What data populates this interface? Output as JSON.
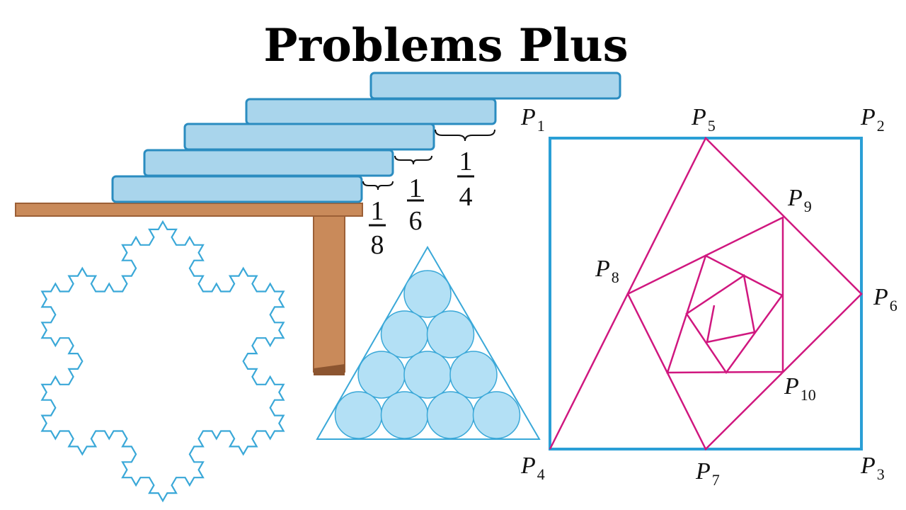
{
  "title": "Problems Plus",
  "colors": {
    "block_fill": "#a9d5ec",
    "block_stroke": "#2a8cc0",
    "wood": "#c98a5a",
    "spiral": "#d0177f",
    "square": "#2a9fd6",
    "snowflake": "#3aa8d8",
    "ball_fill": "#b3e0f5"
  },
  "stacking": {
    "fractions": [
      {
        "num": "1",
        "den": "8"
      },
      {
        "num": "1",
        "den": "6"
      },
      {
        "num": "1",
        "den": "4"
      }
    ]
  },
  "square": {
    "labels": [
      {
        "p": "P",
        "sub": "1"
      },
      {
        "p": "P",
        "sub": "2"
      },
      {
        "p": "P",
        "sub": "3"
      },
      {
        "p": "P",
        "sub": "4"
      },
      {
        "p": "P",
        "sub": "5"
      },
      {
        "p": "P",
        "sub": "6"
      },
      {
        "p": "P",
        "sub": "7"
      },
      {
        "p": "P",
        "sub": "8"
      },
      {
        "p": "P",
        "sub": "9"
      },
      {
        "p": "P",
        "sub": "10"
      }
    ]
  },
  "packing": {
    "rows": 4
  },
  "snowflake": {
    "iterations": 3
  }
}
